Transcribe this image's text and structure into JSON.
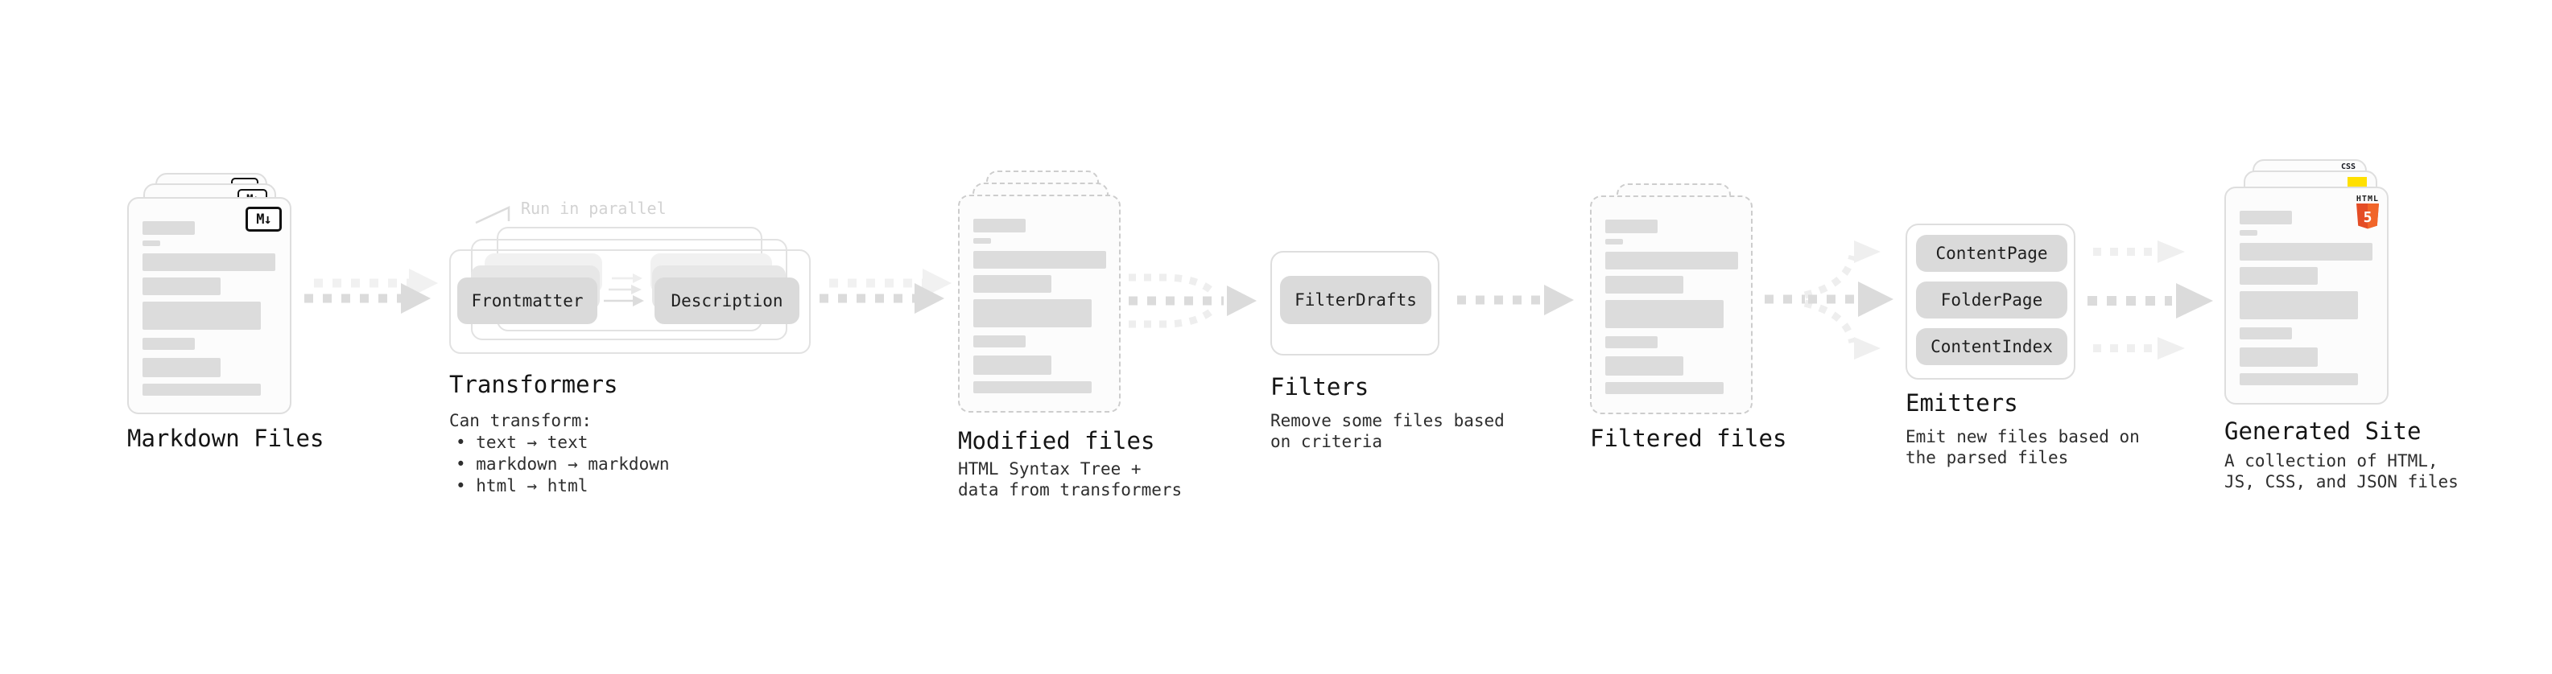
{
  "pipeline": {
    "markdown_files": {
      "label": "Markdown Files",
      "icon_glyph": "M↓"
    },
    "transformers": {
      "label": "Transformers",
      "note": "Run in parallel",
      "source_button": "Frontmatter",
      "target_button": "Description",
      "desc_title": "Can transform:",
      "bullets": [
        "• text → text",
        "• markdown → markdown",
        "• html → html"
      ]
    },
    "modified_files": {
      "label": "Modified files",
      "desc": "HTML Syntax Tree +\ndata from transformers"
    },
    "filters": {
      "label": "Filters",
      "button": "FilterDrafts",
      "desc": "Remove some files based\non criteria"
    },
    "filtered_files": {
      "label": "Filtered files"
    },
    "emitters": {
      "label": "Emitters",
      "buttons": [
        "ContentPage",
        "FolderPage",
        "ContentIndex"
      ],
      "desc": "Emit new files based on\nthe parsed files"
    },
    "generated_site": {
      "label": "Generated Site",
      "desc": "A collection of HTML,\nJS, CSS, and JSON files",
      "badges": {
        "css": "CSS",
        "html": "HTML",
        "html_number": "5"
      }
    }
  },
  "colors": {
    "arrow_main": "#dbdbdb",
    "arrow_ghost": "#f1f1f1",
    "arrow_light": "#eeeeee",
    "button_fill": "#dadada",
    "card_border": "#dedede",
    "dashed_border": "#cdcdcd",
    "bar_fill": "#dcdcdc",
    "note_gray": "#d2d2d2",
    "html5_orange": "#e44d26",
    "html5_orange_light": "#f16529",
    "js_yellow": "#ffe000",
    "css_blue": "#2c63e8"
  }
}
